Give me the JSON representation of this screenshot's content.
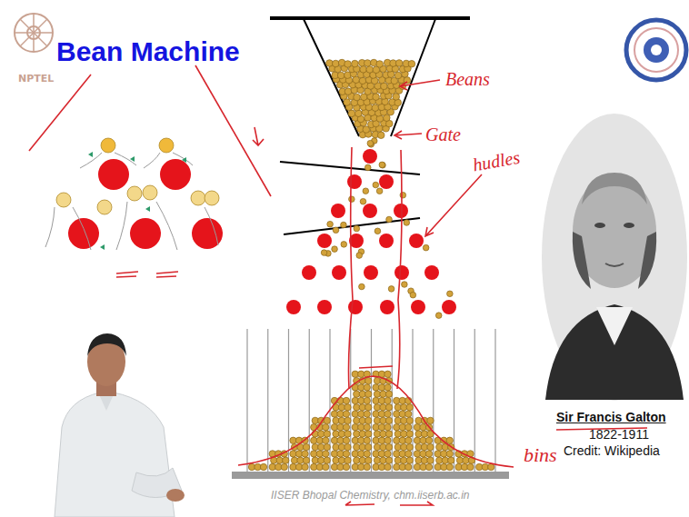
{
  "diagram": {
    "title": "Bean Machine",
    "labels": [
      "NPTEL",
      "Beans",
      "Gate",
      "hudles",
      "bins",
      "Sir Francis Galton",
      "1822-1911",
      "Credit: Wikipedia",
      "IISER Bhopal Chemistry, chm.iiserb.ac.in"
    ]
  }
}
